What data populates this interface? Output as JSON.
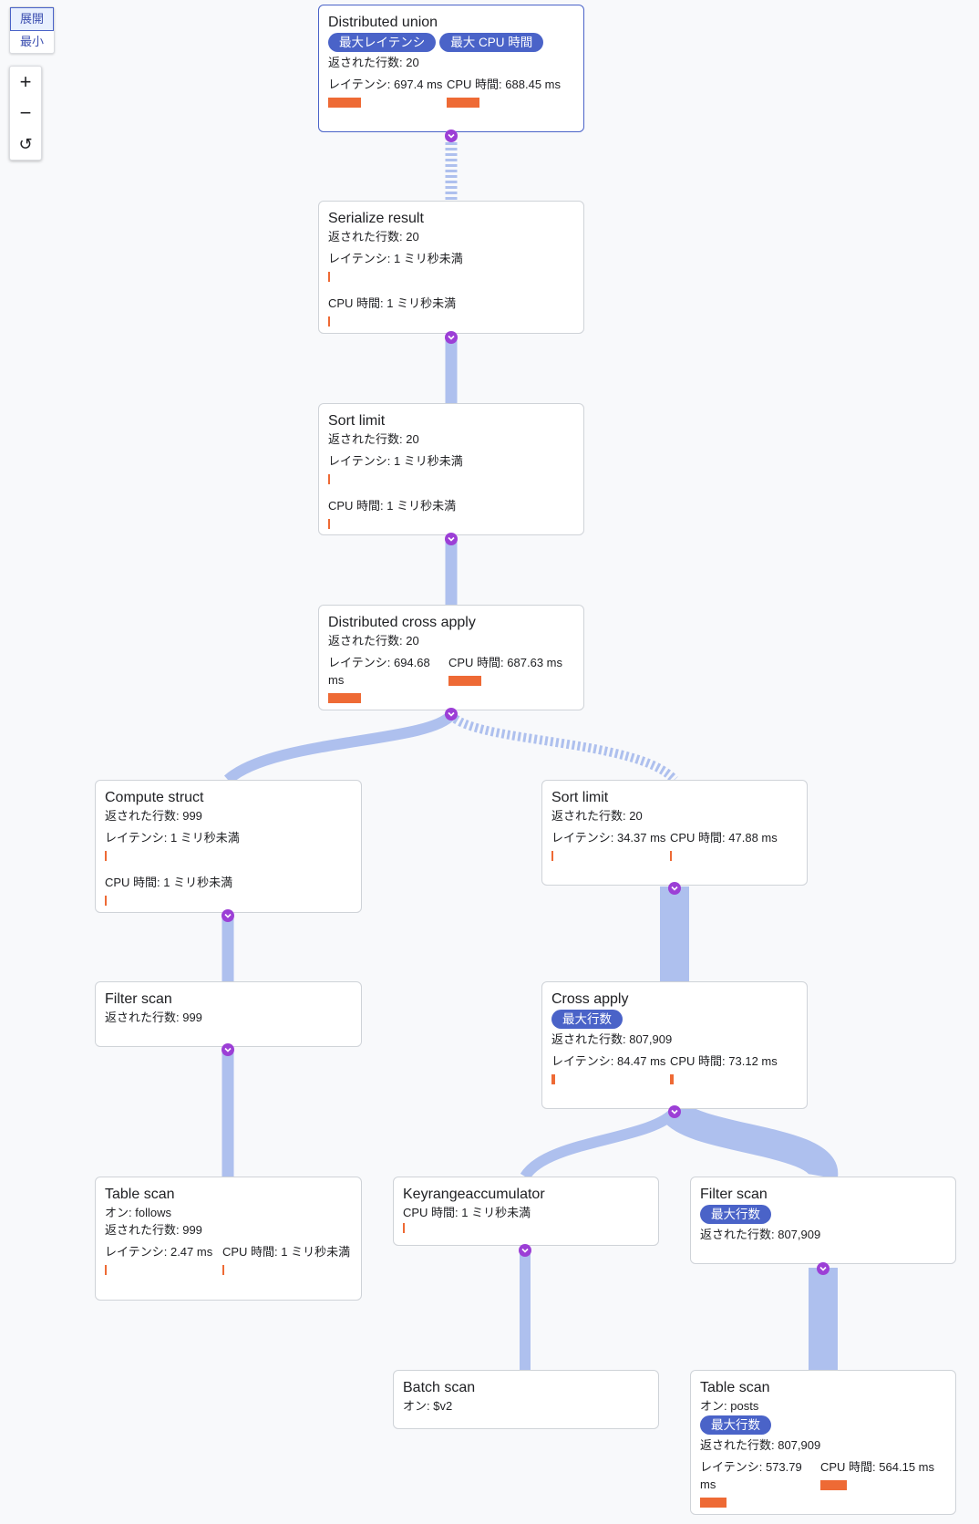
{
  "controls": {
    "view_expand": "展開",
    "view_min": "最小",
    "zoom_in": "+",
    "zoom_out": "−",
    "reset": "↺"
  },
  "colors": {
    "accent": "#4a63c8",
    "bar": "#ee6a35",
    "edge": "#aec0ee",
    "expander": "#9c3fd6"
  },
  "nodes": {
    "distributed_union": {
      "title": "Distributed union",
      "badge1": "最大レイテンシ",
      "badge2": "最大 CPU 時間",
      "rows": "返された行数: 20",
      "latency": "レイテンシ: 697.4 ms",
      "cpu": "CPU 時間: 688.45 ms"
    },
    "serialize_result": {
      "title": "Serialize result",
      "rows": "返された行数: 20",
      "latency": "レイテンシ: 1 ミリ秒未満",
      "cpu": "CPU 時間: 1 ミリ秒未満"
    },
    "sort_limit_1": {
      "title": "Sort limit",
      "rows": "返された行数: 20",
      "latency": "レイテンシ: 1 ミリ秒未満",
      "cpu": "CPU 時間: 1 ミリ秒未満"
    },
    "distributed_cross_apply": {
      "title": "Distributed cross apply",
      "rows": "返された行数: 20",
      "latency": "レイテンシ: 694.68 ms",
      "cpu": "CPU 時間: 687.63 ms"
    },
    "compute_struct": {
      "title": "Compute struct",
      "rows": "返された行数: 999",
      "latency": "レイテンシ: 1 ミリ秒未満",
      "cpu": "CPU 時間: 1 ミリ秒未満"
    },
    "sort_limit_2": {
      "title": "Sort limit",
      "rows": "返された行数: 20",
      "latency": "レイテンシ: 34.37 ms",
      "cpu": "CPU 時間: 47.88 ms"
    },
    "filter_scan_1": {
      "title": "Filter scan",
      "rows": "返された行数: 999"
    },
    "cross_apply": {
      "title": "Cross apply",
      "badge": "最大行数",
      "rows": "返された行数: 807,909",
      "latency": "レイテンシ: 84.47 ms",
      "cpu": "CPU 時間: 73.12 ms"
    },
    "table_scan_follows": {
      "title": "Table scan",
      "on_label": "オン:",
      "on_value": "follows",
      "rows": "返された行数: 999",
      "latency": "レイテンシ: 2.47 ms",
      "cpu": "CPU 時間: 1 ミリ秒未満"
    },
    "keyrange_accumulator": {
      "title": "Keyrangeaccumulator",
      "cpu": "CPU 時間: 1 ミリ秒未満"
    },
    "filter_scan_2": {
      "title": "Filter scan",
      "badge": "最大行数",
      "rows": "返された行数: 807,909"
    },
    "batch_scan": {
      "title": "Batch scan",
      "on_label": "オン:",
      "on_value": "$v2"
    },
    "table_scan_posts": {
      "title": "Table scan",
      "on_label": "オン:",
      "on_value": "posts",
      "badge": "最大行数",
      "rows": "返された行数: 807,909",
      "latency": "レイテンシ: 573.79 ms",
      "cpu": "CPU 時間: 564.15 ms"
    }
  }
}
